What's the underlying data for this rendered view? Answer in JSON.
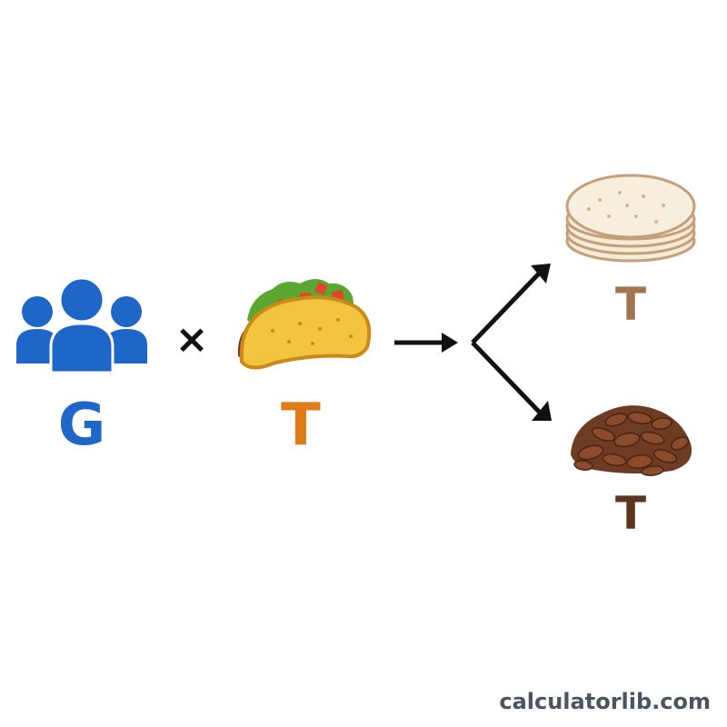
{
  "labels": {
    "guests": "G",
    "tacos_per_guest": "T",
    "tortillas": "T",
    "meat": "T"
  },
  "operators": {
    "multiply": "×"
  },
  "watermark": "calculatorlib.com",
  "icons": {
    "guests": "people-group-icon",
    "taco": "taco-icon",
    "tortillas": "tortilla-stack-icon",
    "meat": "ground-meat-icon"
  },
  "colors": {
    "guests": "#1f66c9",
    "taco_label": "#e07c18",
    "tortilla_label": "#a07550",
    "meat_label": "#5b3720",
    "arrow": "#111111"
  }
}
